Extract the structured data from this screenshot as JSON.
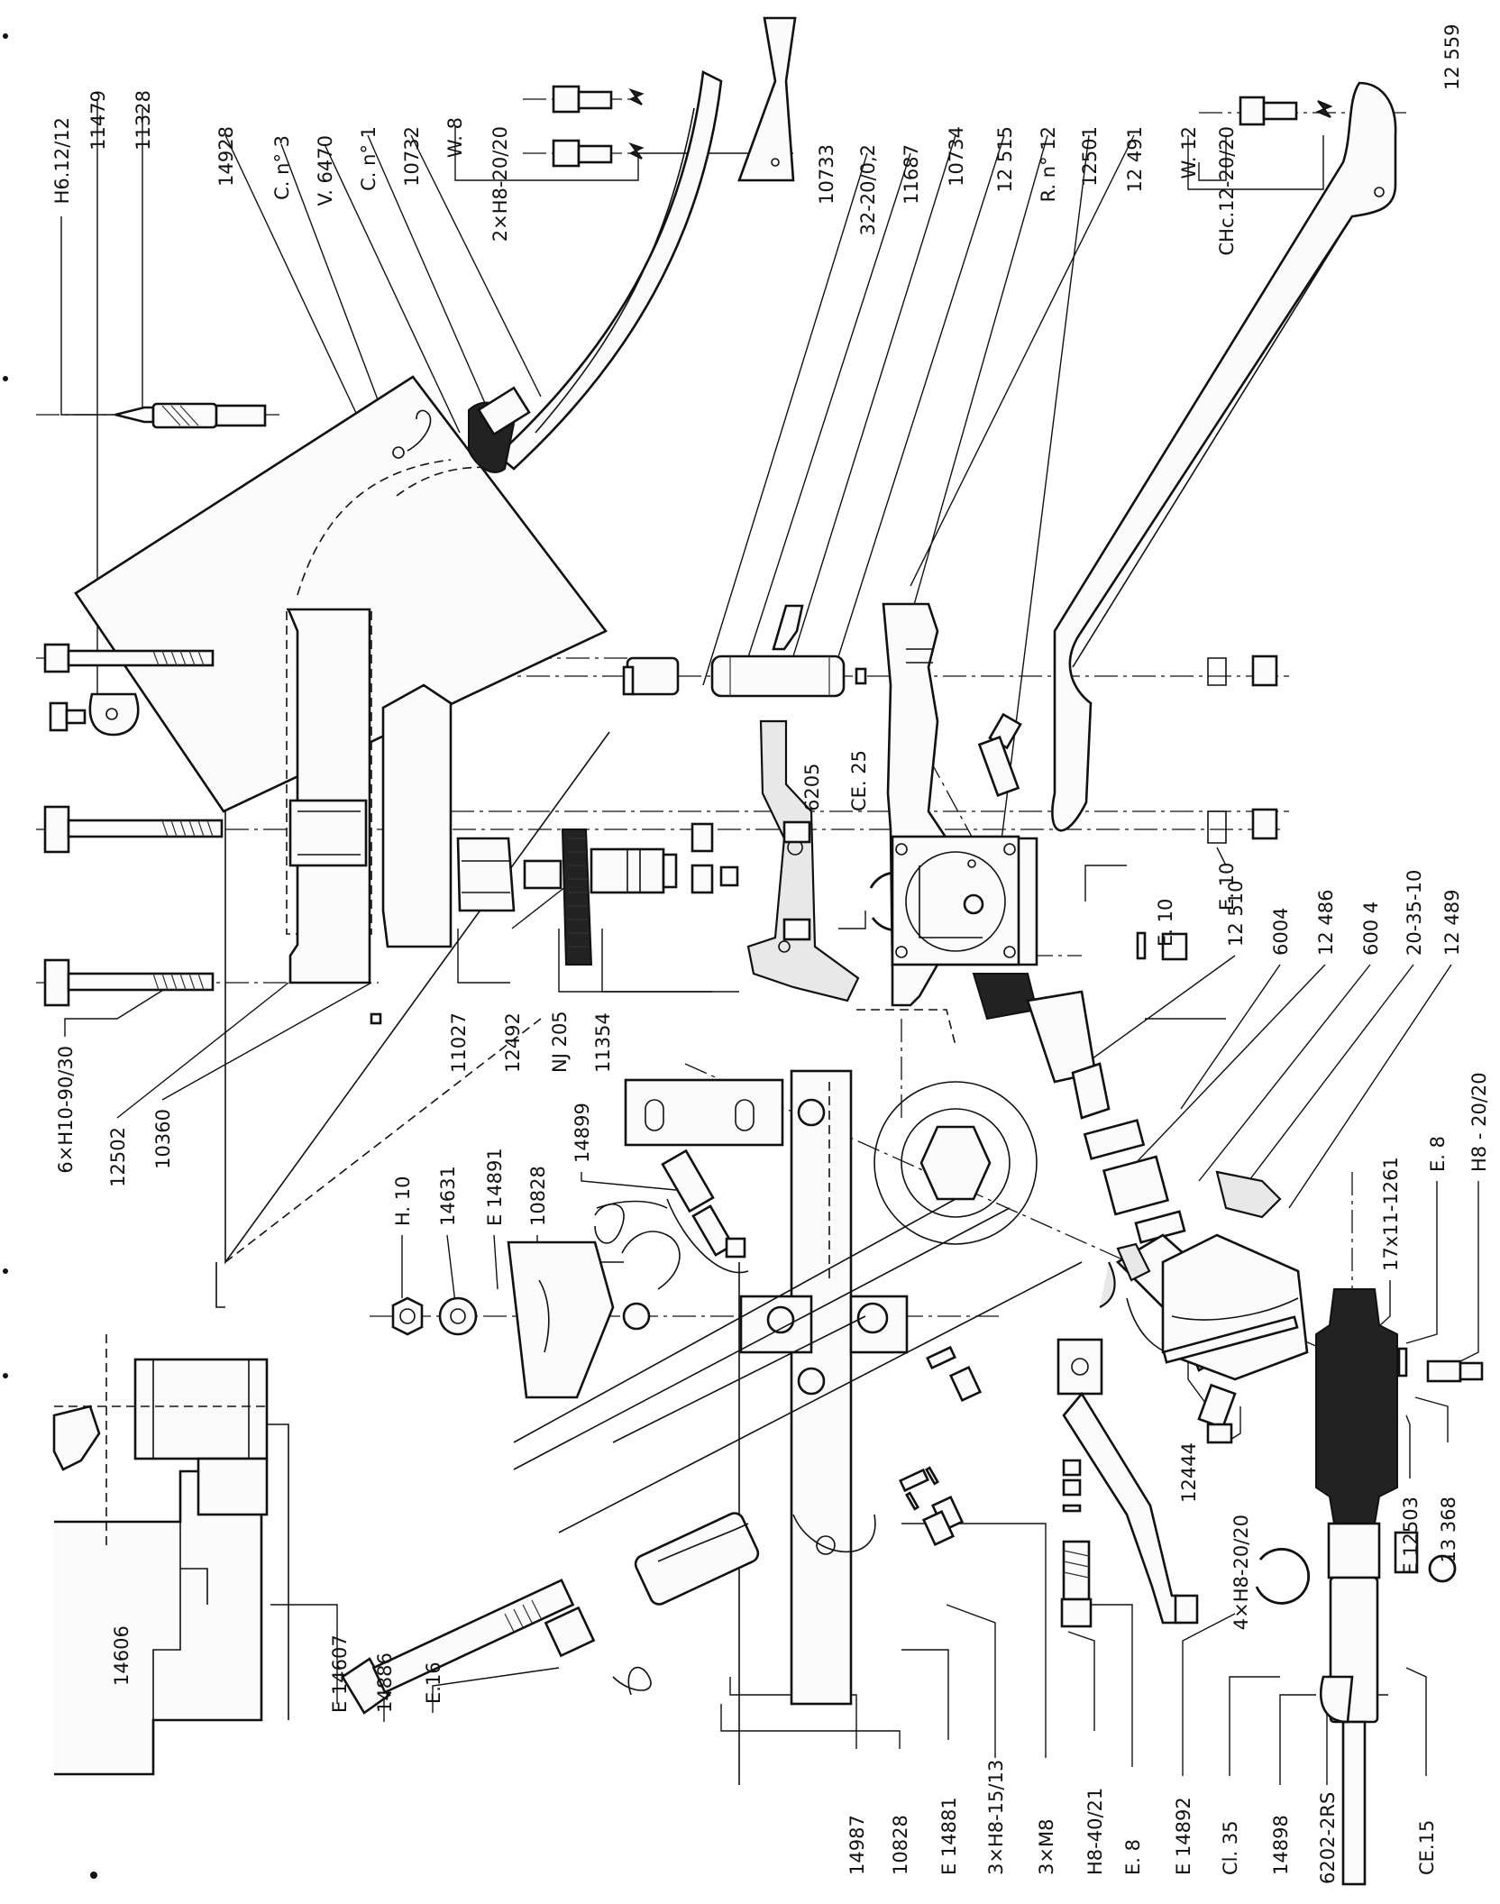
{
  "labels": [
    {
      "id": "lbl-h6-12-12",
      "text": "H6.12/12"
    },
    {
      "id": "lbl-11479",
      "text": "11479"
    },
    {
      "id": "lbl-11328",
      "text": "11328"
    },
    {
      "id": "lbl-14928",
      "text": "14928"
    },
    {
      "id": "lbl-c-n3",
      "text": "C. n° 3"
    },
    {
      "id": "lbl-v6470",
      "text": "V. 6470"
    },
    {
      "id": "lbl-c-n1",
      "text": "C. n° 1"
    },
    {
      "id": "lbl-10732",
      "text": "10732"
    },
    {
      "id": "lbl-w8",
      "text": "W. 8"
    },
    {
      "id": "lbl-2xh8-20-20",
      "text": "2×H8-20/20"
    },
    {
      "id": "lbl-10733",
      "text": "10733"
    },
    {
      "id": "lbl-32-20-0-2",
      "text": "32-20/0,2"
    },
    {
      "id": "lbl-11687",
      "text": "11687"
    },
    {
      "id": "lbl-10734",
      "text": "10734"
    },
    {
      "id": "lbl-12515",
      "text": "12 515"
    },
    {
      "id": "lbl-r-n12",
      "text": "R. n° 12"
    },
    {
      "id": "lbl-12501",
      "text": "12501"
    },
    {
      "id": "lbl-12491",
      "text": "12 491"
    },
    {
      "id": "lbl-w12",
      "text": "W. 12"
    },
    {
      "id": "lbl-chc12-20-20",
      "text": "CHc.12-20/20"
    },
    {
      "id": "lbl-12559",
      "text": "12 559"
    },
    {
      "id": "lbl-6205",
      "text": "6205"
    },
    {
      "id": "lbl-ce25",
      "text": "CE. 25"
    },
    {
      "id": "lbl-e10-right",
      "text": "E. 10"
    },
    {
      "id": "lbl-e10-top",
      "text": "E. 10"
    },
    {
      "id": "lbl-12510",
      "text": "12 510"
    },
    {
      "id": "lbl-6004-a",
      "text": "6004"
    },
    {
      "id": "lbl-12486",
      "text": "12 486"
    },
    {
      "id": "lbl-6004-b",
      "text": "600 4"
    },
    {
      "id": "lbl-20-35-10",
      "text": "20-35-10"
    },
    {
      "id": "lbl-12489",
      "text": "12 489"
    },
    {
      "id": "lbl-6xh10-90-30",
      "text": "6×H10-90/30"
    },
    {
      "id": "lbl-12502",
      "text": "12502"
    },
    {
      "id": "lbl-10360",
      "text": "10360"
    },
    {
      "id": "lbl-11027",
      "text": "11027"
    },
    {
      "id": "lbl-12492",
      "text": "12492"
    },
    {
      "id": "lbl-nj205",
      "text": "NJ 205"
    },
    {
      "id": "lbl-11354",
      "text": "11354"
    },
    {
      "id": "lbl-h10",
      "text": "H. 10"
    },
    {
      "id": "lbl-14631",
      "text": "14631"
    },
    {
      "id": "lbl-e14891",
      "text": "E 14891"
    },
    {
      "id": "lbl-10828-top",
      "text": "10828"
    },
    {
      "id": "lbl-14899",
      "text": "14899"
    },
    {
      "id": "lbl-h8-20-20",
      "text": "H8 - 20/20"
    },
    {
      "id": "lbl-e8-right",
      "text": "E. 8"
    },
    {
      "id": "lbl-17x11-1261",
      "text": "17x11-1261"
    },
    {
      "id": "lbl-12444",
      "text": "12444"
    },
    {
      "id": "lbl-4xh8-20-20",
      "text": "4×H8-20/20"
    },
    {
      "id": "lbl-e12503",
      "text": "E 12503"
    },
    {
      "id": "lbl-13368",
      "text": "13 368"
    },
    {
      "id": "lbl-e14607",
      "text": "E 14607"
    },
    {
      "id": "lbl-14606",
      "text": "14606"
    },
    {
      "id": "lbl-14886",
      "text": "14886"
    },
    {
      "id": "lbl-e16",
      "text": "E.16"
    },
    {
      "id": "lbl-14987",
      "text": "14987"
    },
    {
      "id": "lbl-10828-bottom",
      "text": "10828"
    },
    {
      "id": "lbl-e14881",
      "text": "E 14881"
    },
    {
      "id": "lbl-3xh8-15-13",
      "text": "3×H8-15/13"
    },
    {
      "id": "lbl-3xm8",
      "text": "3×M8"
    },
    {
      "id": "lbl-h8-40-21",
      "text": "H8-40/21"
    },
    {
      "id": "lbl-e8-bottom",
      "text": "E. 8"
    },
    {
      "id": "lbl-e14892",
      "text": "E 14892"
    },
    {
      "id": "lbl-cl35",
      "text": "Cl. 35"
    },
    {
      "id": "lbl-14898",
      "text": "14898"
    },
    {
      "id": "lbl-6202-2rs",
      "text": "6202-2RS"
    },
    {
      "id": "lbl-ce15",
      "text": "CE.15"
    }
  ]
}
